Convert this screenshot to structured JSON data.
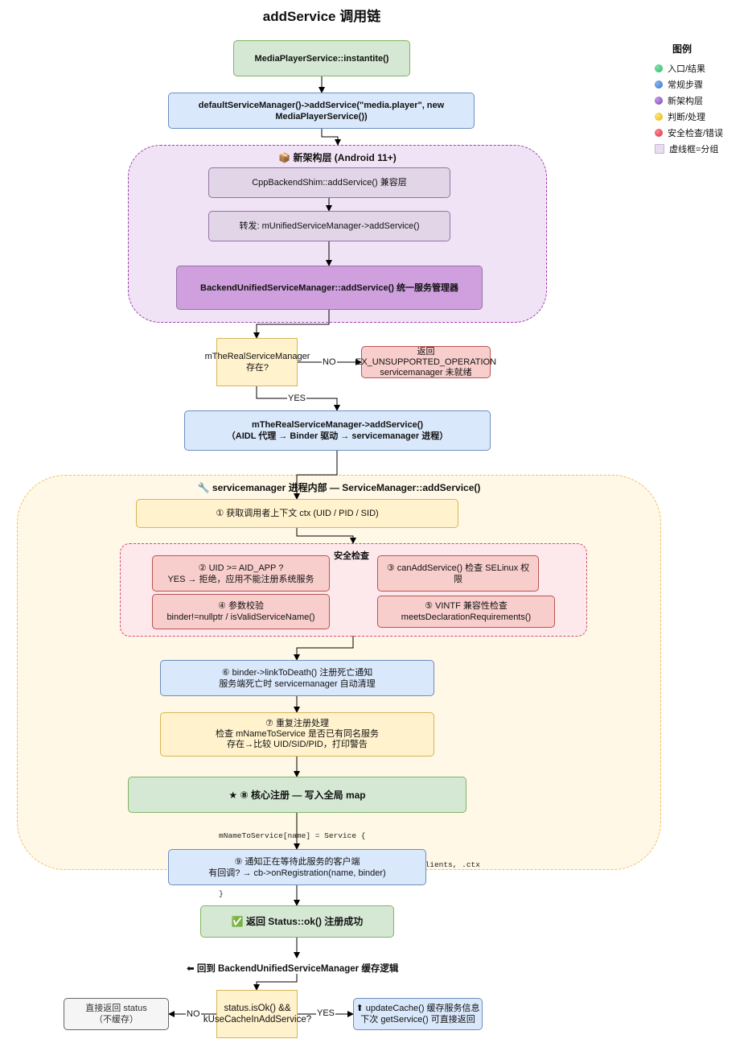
{
  "title": "addService 调用链",
  "legend": {
    "title": "图例",
    "items": [
      {
        "label": "入口/结果",
        "color": "#2db36a"
      },
      {
        "label": "常规步骤",
        "color": "#2f6fd0"
      },
      {
        "label": "新架构层",
        "color": "#7a3fb8"
      },
      {
        "label": "判断/处理",
        "color": "#e0b400"
      },
      {
        "label": "安全检查/错误",
        "color": "#d9283a"
      },
      {
        "label": "虚线框=分组",
        "color": "#e9dcf0"
      }
    ]
  },
  "nodes": {
    "instantiate": "MediaPlayerService::instantite()",
    "default_sm_1": "defaultServiceManager()->addService(\"media.player\", new",
    "default_sm_2": "MediaPlayerService())",
    "new_arch_title": "📦 新架构层 (Android 11+)",
    "shim": "CppBackendShim::addService() 兼容层",
    "forward": "转发: mUnifiedServiceManager->addService()",
    "unified": "BackendUnifiedServiceManager::addService() 统一服务管理器",
    "real_sm_q1": "mTheRealServiceManager",
    "real_sm_q2": "存在?",
    "no1": "NO",
    "yes1": "YES",
    "ret_err_1": "返回",
    "ret_err_2": "EX_UNSUPPORTED_OPERATION",
    "ret_err_3": "servicemanager 未就绪",
    "real_add_1": "mTheRealServiceManager->addService()",
    "real_add_2": "（AIDL 代理 → Binder 驱动 → servicemanager 进程）",
    "sm_group_title": "🔧 servicemanager 进程内部 — ServiceManager::addService()",
    "step1": "① 获取调用者上下文 ctx (UID / PID / SID)",
    "security_title": "安全检查",
    "step2_1": "② UID >= AID_APP ?",
    "step2_2": "YES → 拒绝，应用不能注册系统服务",
    "step3": "③ canAddService() 检查 SELinux 权限",
    "step4_1": "④ 参数校验",
    "step4_2": "binder!=nullptr / isValidServiceName()",
    "step5_1": "⑤ VINTF 兼容性检查",
    "step5_2": "meetsDeclarationRequirements()",
    "step6_1": "⑥ binder->linkToDeath() 注册死亡通知",
    "step6_2": "服务端死亡时 servicemanager 自动清理",
    "step7_1": "⑦ 重复注册处理",
    "step7_2": "检查 mNameToService 是否已有同名服务",
    "step7_3": "存在→比较 UID/SID/PID，打印警告",
    "step8": "★ ⑧ 核心注册 — 写入全局 map",
    "code_1": "mNameToService[name] = Service {",
    "code_2": ".binder, .allowIsolated, .dumpPriority, .hasClients, .ctx",
    "code_3": "}",
    "step9_1": "⑨ 通知正在等待此服务的客户端",
    "step9_2": "有回调? → cb->onRegistration(name, binder)",
    "ret_ok": "✅ 返回 Status::ok() 注册成功",
    "back_to": "⬅ 回到 BackendUnifiedServiceManager 缓存逻辑",
    "cache_q1": "status.isOk() &&",
    "cache_q2": "kUseCacheInAddService?",
    "no2": "NO",
    "yes2": "YES",
    "direct_1": "直接返回 status",
    "direct_2": "（不缓存）",
    "update_1": "⬆ updateCache() 缓存服务信息",
    "update_2": "下次 getService() 可直接返回"
  }
}
